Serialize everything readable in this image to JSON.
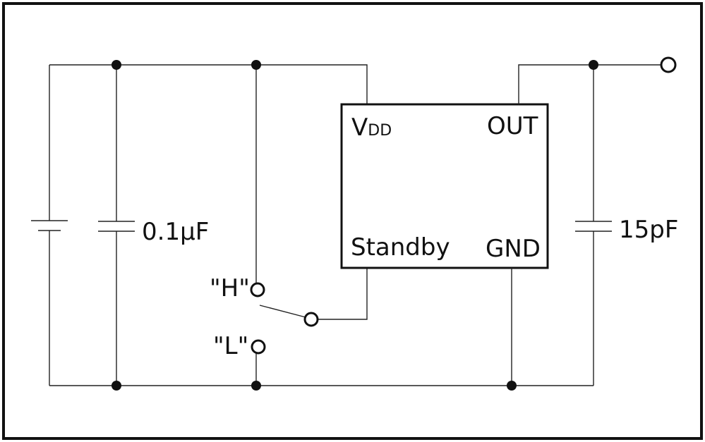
{
  "chip": {
    "vdd_main": "V",
    "vdd_sub": "DD",
    "out": "OUT",
    "standby": "Standby",
    "gnd": "GND"
  },
  "components": {
    "bypass_cap_value": "0.1µF",
    "load_cap_value": "15pF"
  },
  "switch": {
    "high_label": "\"H\"",
    "low_label": "\"L\""
  },
  "colors": {
    "stroke": "#111111",
    "background": "#ffffff"
  }
}
